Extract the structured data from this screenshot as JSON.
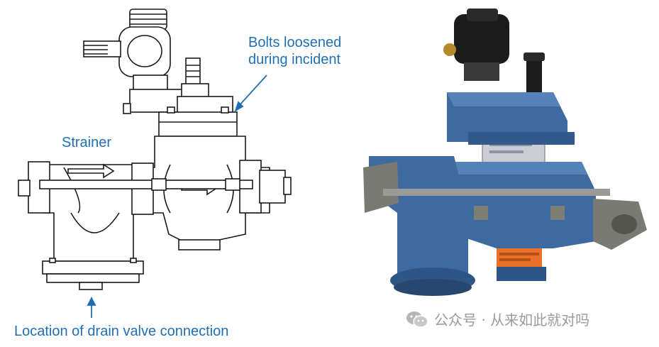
{
  "labels": {
    "bolts_line1": "Bolts loosened",
    "bolts_line2": "during incident",
    "strainer": "Strainer",
    "drain": "Location of drain valve connection"
  },
  "watermark": {
    "text": "公众号 · 从来如此就对吗",
    "icon": "wechat-icon"
  },
  "colors": {
    "label_blue": "#1f6fb5",
    "valve_blue": "#3f6aa0",
    "line": "#1a1a1a",
    "watermark_gray": "#9a9a9a"
  }
}
